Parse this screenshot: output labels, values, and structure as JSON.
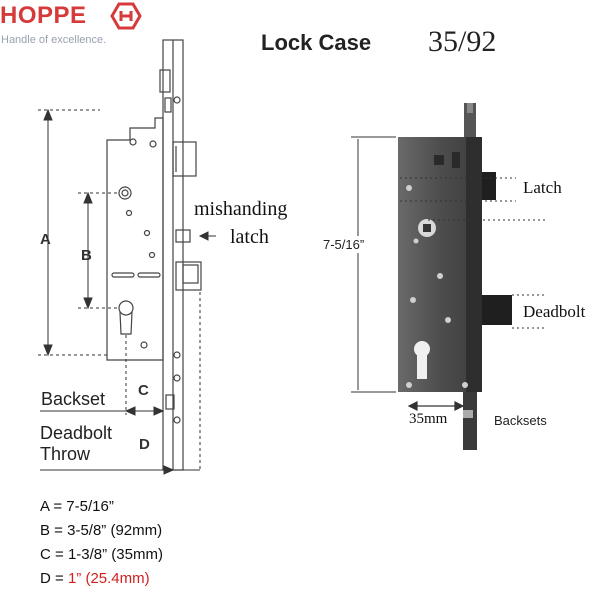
{
  "brand": {
    "name": "HOPPE",
    "tagline": "Handle of excellence.",
    "logo_color": "#d73a3a"
  },
  "title": {
    "product": "Lock Case",
    "model": "35/92"
  },
  "left_diagram": {
    "dimension_letters": {
      "a": "A",
      "b": "B",
      "c": "C",
      "d": "D"
    },
    "labels": {
      "mishanding": "mishanding",
      "latch": "latch",
      "backset": "Backset",
      "deadbolt_throw_line1": "Deadbolt",
      "deadbolt_throw_line2": "Throw"
    }
  },
  "right_diagram": {
    "height_label": "7-5/16”",
    "latch_label": "Latch",
    "deadbolt_label": "Deadbolt",
    "backset_value": "35mm",
    "backsets_label": "Backsets"
  },
  "specs": [
    {
      "key": "A = ",
      "value": "7-5/16”",
      "note": ""
    },
    {
      "key": "B = ",
      "value": "3-5/8” (92mm)",
      "note": ""
    },
    {
      "key": "C = ",
      "value": "1-3/8” (35mm)",
      "note": ""
    },
    {
      "key": "D = ",
      "value": "1” (25.4mm)",
      "note": "highlight"
    }
  ],
  "colors": {
    "highlight": "#d21f1f",
    "lock_body": "#4a4a4a",
    "line": "#333333"
  }
}
